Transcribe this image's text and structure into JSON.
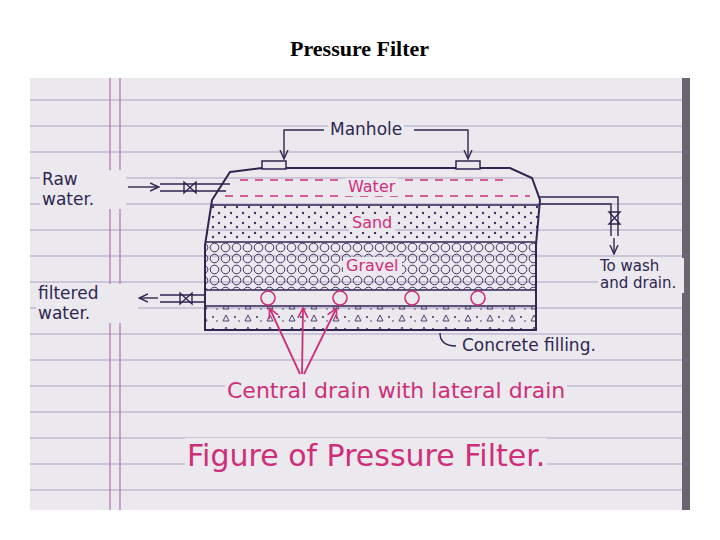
{
  "diagram": {
    "title": "Pressure Filter",
    "caption": "Figure of Pressure Filter.",
    "nodes": [
      {
        "text": [
          "Water"
        ]
      },
      {
        "text": [
          "Sand"
        ]
      },
      {
        "text": [
          "Gravel"
        ]
      }
    ],
    "labels": [
      "Manhole",
      "Raw water.",
      "To wash and drain.",
      "filtered water.",
      "Concrete filling.",
      "Central drain with lateral drain"
    ]
  }
}
